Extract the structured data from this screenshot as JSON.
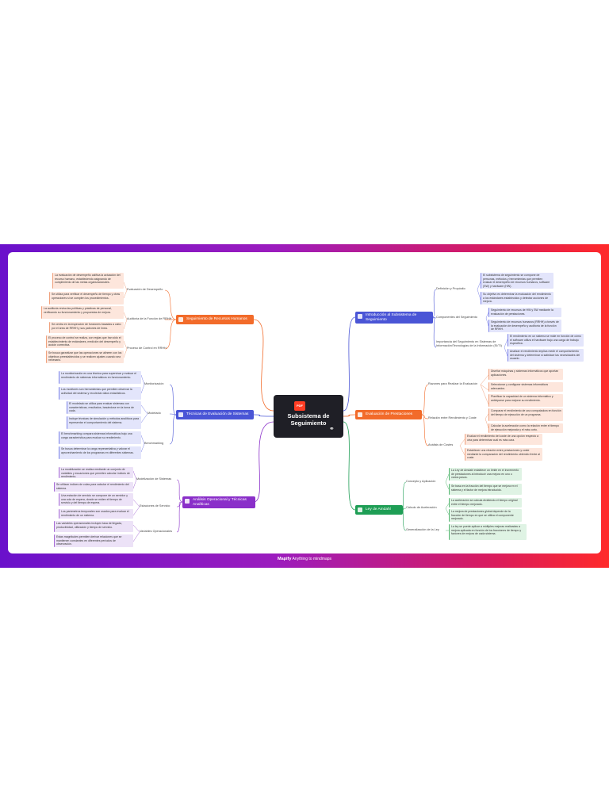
{
  "center": {
    "badge": "PDF",
    "title": "Subsistema de Seguimiento"
  },
  "branches": {
    "rrhh": {
      "label": "Seguimiento de Recursos Humanos",
      "color": "#f26b2a",
      "subs": [
        "Evaluación de Desempeño",
        "Auditoría de la Función de RRHH",
        "Proceso de Control en RRHH"
      ],
      "leaves": [
        "La evaluación de desempeño califica la actuación del recurso humano, estableciendo asignando de cumplimiento de las metas organizacionales.",
        "Se utiliza para verificar el desempeño de tiempo y otras operaciones si se cumplen los procedimientos.",
        "La auditoría revisa las políticas y prácticas de personal, verificando su funcionamiento y propuestas de mejora.",
        "Se centra en la inspección de funciones basadas a cabo por el área de RRHH y sus patrones de línea.",
        "El proceso de control se realiza, con reglas que han sido el establecimiento de estándares, medición del desempeño y acción correctiva.",
        "Se busca garantizar que las operaciones se alineen con los objetivos preestablecidos y se realicen ajustes cuando sea necesario."
      ]
    },
    "tecnicas": {
      "label": "Técnicas de Evaluación de Sistemas",
      "color": "#4a55d6",
      "subs": [
        "Monitorización",
        "Modelado",
        "Benchmarking"
      ],
      "leaves": [
        "La monitorización es una técnica para supervisar y evaluar el rendimiento de sistemas informáticos en funcionamiento.",
        "Los monitores son herramientas que permiten observar la actividad del sistema y recolectar datos estadísticos.",
        "El modelado se utiliza para evaluar sistemas con características, resultados, basándose en la toma de cada.",
        "Incluye técnicas de simulación y métodos analíticos para representar el comportamiento del sistema.",
        "El benchmarking compara sistemas informáticos bajo una carga característica para evaluar su rendimiento.",
        "Se busca determinar la carga representativa y valorar el aprovechamiento de los programas en diferentes sistemas."
      ]
    },
    "analisis": {
      "label": "Análisis Operacional y Técnicas Analíticas",
      "color": "#8a2fc9",
      "subs": [
        "Modelización de Sistemas",
        "Estaciones de Servicio",
        "Variables Operacionales"
      ],
      "leaves": [
        "La modelización se realiza mediante un conjunto de variables y ecuaciones que permiten calcular índices de rendimiento.",
        "Se utilizan índices de colas para calcular el rendimiento del sistema.",
        "Una estación de servicio se compone de un servidor y una cola de espera, donde se miden el tiempo de servicio y del tiempo de espera.",
        "Los parámetros temporales son usados para evaluar el rendimiento de un sistema.",
        "Las variables operacionales incluyen tasa de llegada, productividad, utilización y tiempo de servicio.",
        "Estas magnitudes permiten derivar relaciones que se mantienen constantes en diferentes períodos de observación."
      ]
    },
    "intro": {
      "label": "Introducción al Subsistema de Seguimiento",
      "color": "#4a55d6",
      "subs": [
        "Definición y Propósito",
        "Componentes del Seguimiento",
        "Importancia del Seguimiento en Sistemas de Información/Tecnologías de la Información (SI/TI)"
      ],
      "leaves": [
        "El subsistema de seguimiento se compone de personas, métodos y herramientas que permiten evaluar el desempeño de recursos humanos, software (SW) y hardware (HW).",
        "Su objetivo es determinar la evaluación del rendimiento a los estándares establecidos y detectar acciones de mejora.",
        "Seguimiento de recursos de HW y SW mediante la evaluación de prestaciones.",
        "Seguimiento de recursos humanos (RRHH) a través de la evaluación de desempeño y auditoría de la función de RRHH.",
        "El rendimiento en un sistema se mide en función de cómo el software utiliza el hardware bajo una carga de trabajo específica.",
        "Analizar el rendimiento implica medir el comportamiento del sistema y determinar si satisface las necesidades del usuario."
      ]
    },
    "prestaciones": {
      "label": "Evaluación de Prestaciones",
      "color": "#f26b2a",
      "subs": [
        "Razones para Realizar la Evaluación",
        "Relación entre Rendimiento y Coste",
        "Análisis de Costes"
      ],
      "leaves": [
        "Diseñar máquinas y sistemas informáticos que aportan aplicaciones.",
        "Seleccionar y configurar sistemas informáticos adecuados.",
        "Planificar la capacidad de un sistema informático y anticiparse para mejorar su rendimiento.",
        "Comparar el rendimiento de una computadora en función del tiempo de ejecución de un programa.",
        "Calcular la aceleración como la relación entre el tiempo de ejecución mejorada y el más corto.",
        "Evaluar el rendimiento del coste de una opción respecto a otra para determinar cuál es más cara.",
        "Establecer una relación entre prestaciones y coste mediante la comparación del rendimiento obtenido frente al coste."
      ]
    },
    "amdahl": {
      "label": "Ley de Amdahl",
      "color": "#1e9e55",
      "subs": [
        "Concepto y Aplicación",
        "Cálculo de Aceleración",
        "Generalización de la Ley"
      ],
      "leaves": [
        "La Ley de Amdahl establece un límite en el incremento de prestaciones al introducir una mejora en uno o varios pasos.",
        "Se basa en la fracción del tiempo que se mejora en el sistema y el factor de mejora introducido.",
        "La aceleración se calcula dividiendo el tiempo original entre el tiempo mejorado.",
        "La mejora de prestaciones global depende de la fracción de tiempo en que se utiliza el componente mejorado.",
        "La ley se puede aplicar a múltiples mejoras realizadas a mejora aplicada en función de los fracciones de tiempo y factores de mejora de cada sistema."
      ]
    }
  },
  "footer": {
    "brand": "Mapify",
    "tagline": "Anything to mindmaps"
  }
}
